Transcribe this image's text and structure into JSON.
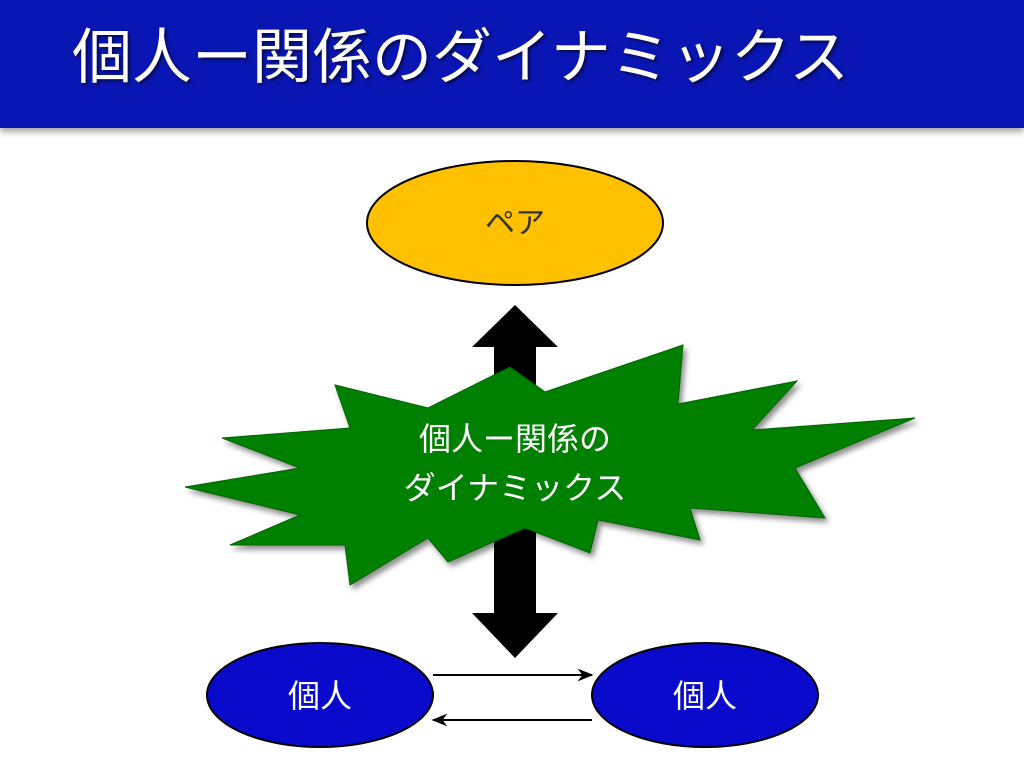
{
  "title": "個人ー関係のダイナミックス",
  "nodes": {
    "pair": {
      "label": "ペア"
    },
    "dynamics": {
      "line1": "個人ー関係の",
      "line2": "ダイナミックス"
    },
    "individual_left": {
      "label": "個人"
    },
    "individual_right": {
      "label": "個人"
    }
  },
  "colors": {
    "header": "#0A16B4",
    "pair_fill": "#FFC000",
    "dynamics_fill": "#008000",
    "individual_fill": "#0A0ACD",
    "arrow": "#000000"
  }
}
